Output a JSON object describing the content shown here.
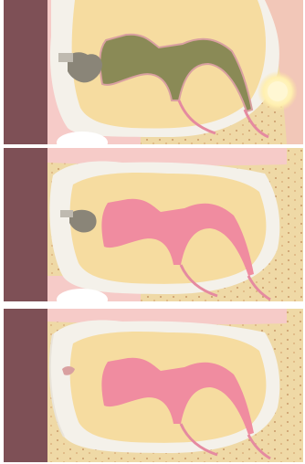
{
  "figure": {
    "description_visible_text": "",
    "panels": [
      {
        "stage": "advanced",
        "has_cavity": true,
        "pulp_infected": true,
        "has_abscess": true
      },
      {
        "stage": "intermediate",
        "has_cavity": true,
        "pulp_infected": false,
        "has_abscess": false
      },
      {
        "stage": "early",
        "has_cavity": true,
        "pulp_infected": false,
        "has_abscess": false
      }
    ],
    "colors": {
      "enamel": "#f4f1ea",
      "dentin": "#f6dca0",
      "pulp_healthy": "#f08ca0",
      "pulp_infected": "#8a8a56",
      "cavity": "#8a8578",
      "gum": "#f6cbc8",
      "bone": "#efd9a6",
      "cheek": "#7e5056",
      "abscess": "#fff4c6"
    }
  }
}
